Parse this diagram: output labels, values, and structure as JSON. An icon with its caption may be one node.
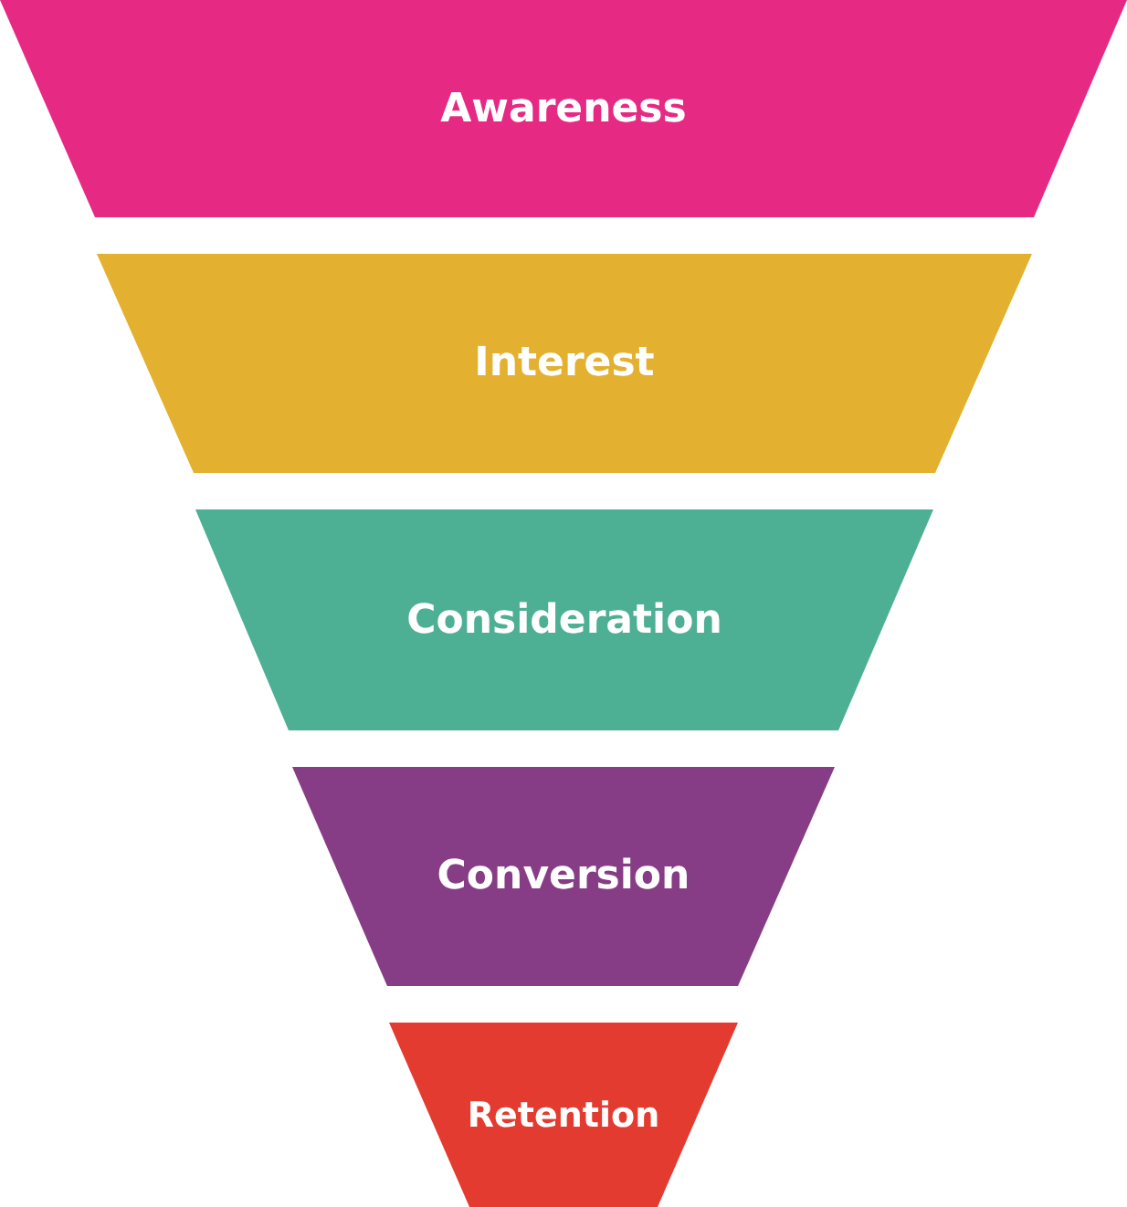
{
  "diagram": {
    "nodes": [
      {
        "text": [
          "Awareness"
        ]
      },
      {
        "text": [
          "Interest"
        ]
      },
      {
        "text": [
          "Consideration"
        ]
      },
      {
        "text": [
          "Conversion"
        ]
      },
      {
        "text": [
          "Retention"
        ]
      }
    ]
  }
}
